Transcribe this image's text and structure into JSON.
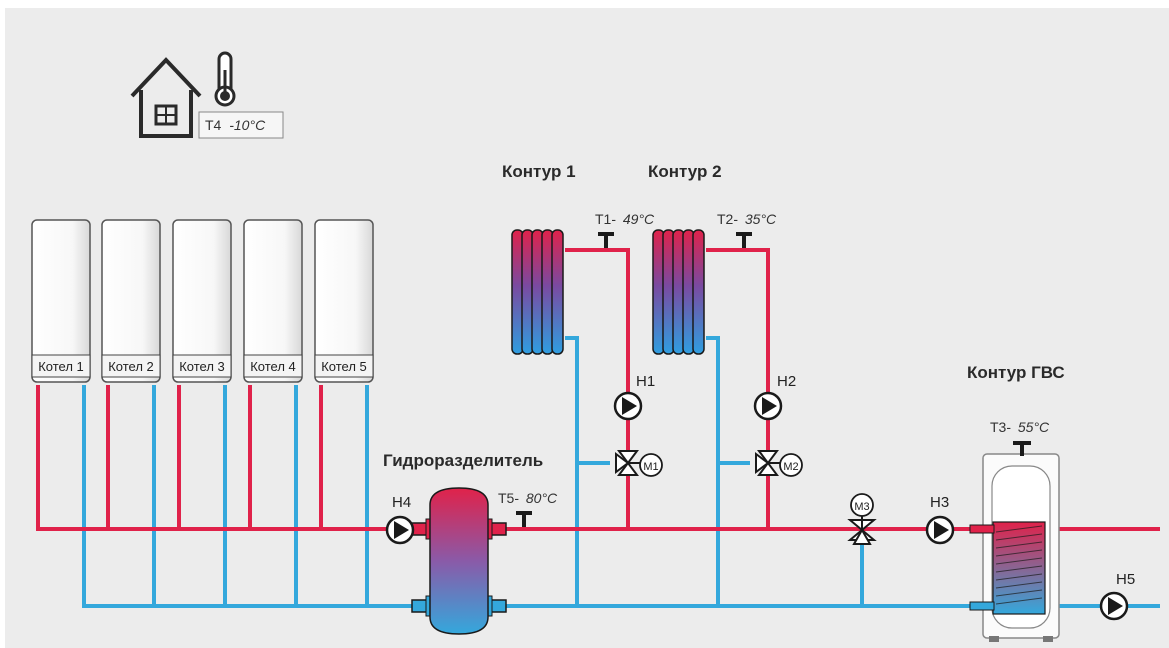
{
  "colors": {
    "background": "#ececec",
    "supply": "#e0224a",
    "return": "#34a8dc",
    "stroke": "#1a1a1a"
  },
  "outdoor": {
    "icon": "house-icon",
    "sensor_label": "T4",
    "sensor_value": "-10°C"
  },
  "boilers": [
    {
      "label": "Котел 1"
    },
    {
      "label": "Котел 2"
    },
    {
      "label": "Котел 3"
    },
    {
      "label": "Котел 4"
    },
    {
      "label": "Котел 5"
    }
  ],
  "separator": {
    "title": "Гидроразделитель"
  },
  "circuits": {
    "c1": {
      "title": "Контур 1",
      "sensor_label": "T1-",
      "sensor_value": "49°C",
      "pump": "H1",
      "valve": "M1"
    },
    "c2": {
      "title": "Контур 2",
      "sensor_label": "T2-",
      "sensor_value": "35°C",
      "pump": "H2",
      "valve": "M2"
    },
    "dhw": {
      "title": "Контур ГВС",
      "sensor_label": "T3-",
      "sensor_value": "55°C",
      "pump": "H3",
      "valve": "M3"
    }
  },
  "main": {
    "pump": "H4",
    "sensor_label": "T5-",
    "sensor_value": "80°C"
  },
  "recirculation": {
    "pump": "H5"
  }
}
